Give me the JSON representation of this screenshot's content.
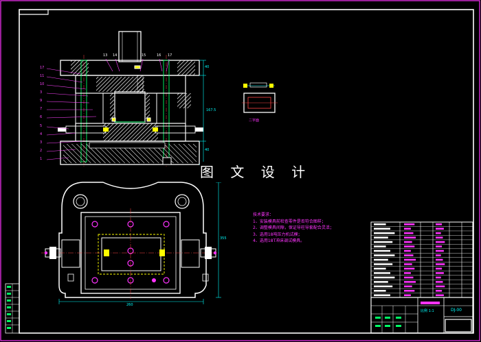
{
  "watermark": "图 文 设 计",
  "view_label": "二字面",
  "tech_requirements": {
    "title": "技术要求：",
    "items": [
      "1、安装模具前检查零件是否符合图样；",
      "2、调整模具间隙，保证导柱导套配合灵活；",
      "3、选用18吨压力机试模；",
      "4、选用18T冲床调试模具。"
    ]
  },
  "part_numbers": [
    "17",
    "11",
    "10",
    "3",
    "9",
    "7",
    "6",
    "5",
    "4",
    "3",
    "2",
    "1"
  ],
  "top_balloons": [
    "13",
    "14",
    "15",
    "16",
    "17"
  ],
  "dims": {
    "height": "40",
    "mid": "167.5",
    "low": "40",
    "right": "355",
    "width": "260"
  },
  "title_block": {
    "drawing_no": "DJ-00",
    "scale": "比例 1:1"
  },
  "colors": {
    "frame": "#ff33ff",
    "line": "#ffffff",
    "accent": "#00ff66",
    "warn": "#ffff00",
    "dim": "#00ffff"
  }
}
